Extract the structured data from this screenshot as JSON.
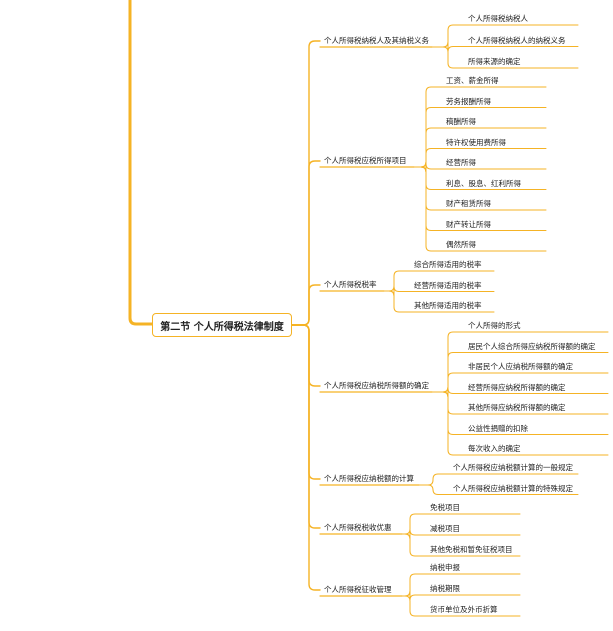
{
  "root": "第二节 个人所得税法律制度",
  "line_color": "#f5b325",
  "branches": [
    {
      "label": "个人所得税纳税人及其纳税义务",
      "children": [
        "个人所得税纳税人",
        "个人所得税纳税人的纳税义务",
        "所得来源的确定"
      ]
    },
    {
      "label": "个人所得税应税所得项目",
      "children": [
        "工资、薪金所得",
        "劳务报酬所得",
        "稿酬所得",
        "特许权使用费所得",
        "经营所得",
        "利息、股息、红利所得",
        "财产租赁所得",
        "财产转让所得",
        "偶然所得"
      ]
    },
    {
      "label": "个人所得税税率",
      "children": [
        "综合所得适用的税率",
        "经营所得适用的税率",
        "其他所得适用的税率"
      ]
    },
    {
      "label": "个人所得税应纳税所得额的确定",
      "children": [
        "个人所得的形式",
        "居民个人综合所得应纳税所得额的确定",
        "非居民个人应纳税所得额的确定",
        "经营所得应纳税所得额的确定",
        "其他所得应纳税所得额的确定",
        "公益性捐赠的扣除",
        "每次收入的确定"
      ]
    },
    {
      "label": "个人所得税应纳税额的计算",
      "children": [
        "个人所得税应纳税额计算的一般规定",
        "个人所得税应纳税额计算的特殊规定"
      ]
    },
    {
      "label": "个人所得税税收优惠",
      "children": [
        "免税项目",
        "减税项目",
        "其他免税和暂免征税项目"
      ]
    },
    {
      "label": "个人所得税征收管理",
      "children": [
        "纳税申报",
        "纳税期限",
        "货币单位及外币折算"
      ]
    }
  ]
}
